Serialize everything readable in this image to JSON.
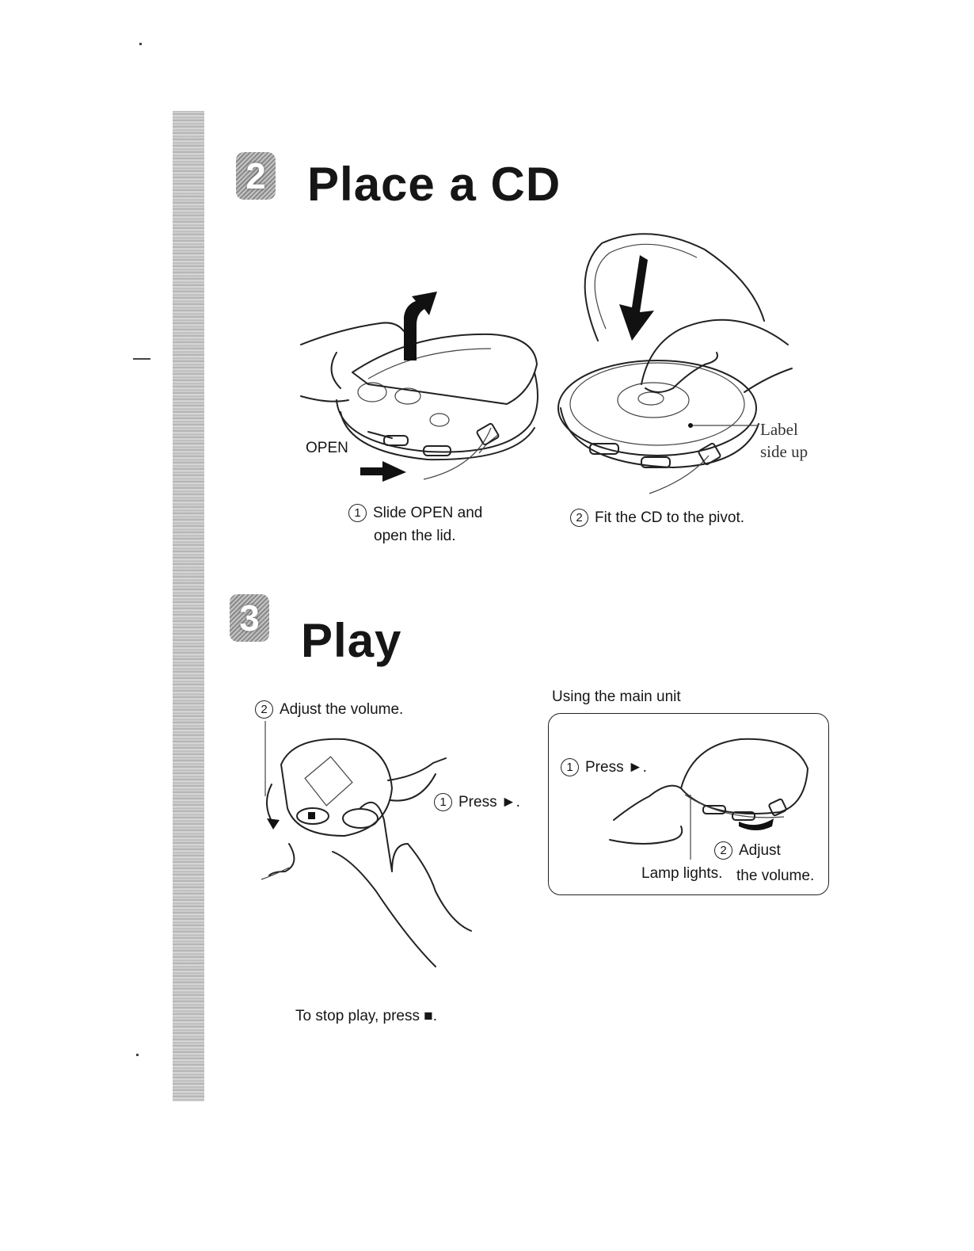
{
  "step2": {
    "number": "2",
    "heading": "Place a CD",
    "label_open": "OPEN",
    "substep1": {
      "num": "1",
      "line1": "Slide OPEN and",
      "line2": "open the lid."
    },
    "substep2": {
      "num": "2",
      "text": "Fit the CD to the pivot."
    },
    "label_side": {
      "line1": "Label",
      "line2": "side up"
    }
  },
  "step3": {
    "number": "3",
    "heading": "Play",
    "adjust": {
      "num": "2",
      "text": "Adjust the volume."
    },
    "press": {
      "num": "1",
      "text": "Press ►."
    },
    "main_unit": {
      "title": "Using the main unit",
      "press": {
        "num": "1",
        "text": "Press ►."
      },
      "adjust": {
        "num": "2",
        "line1": "Adjust",
        "line2": "the volume."
      },
      "lamp": "Lamp lights."
    },
    "stop": "To stop play, press ■."
  },
  "icons": [
    "arrow-up-icon",
    "arrow-down-icon",
    "arrow-right-icon",
    "play-icon",
    "stop-icon",
    "cd-player-illustration",
    "remote-control-illustration"
  ]
}
